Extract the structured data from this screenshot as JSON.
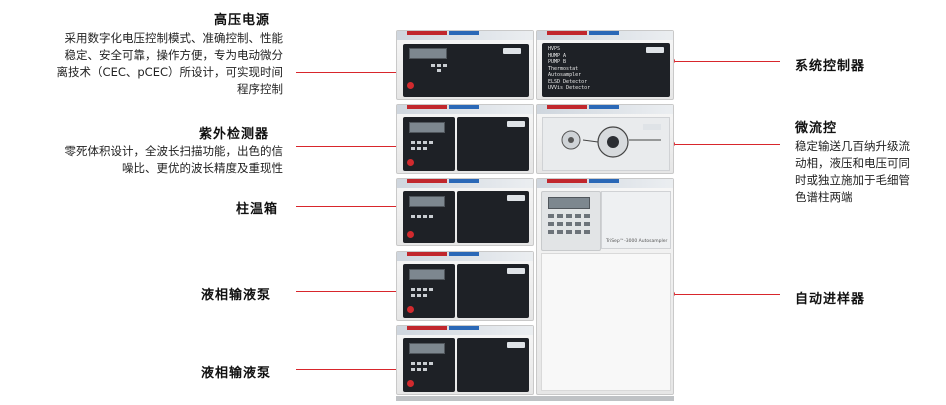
{
  "labels": {
    "hv": {
      "title": "高压电源",
      "desc": [
        "采用数字化电压控制模式、准确控制、性能",
        "稳定、安全可靠，操作方便，专为电动微分",
        "离技术（CEC、pCEC）所设计，可实现时间",
        "程序控制"
      ]
    },
    "uv": {
      "title": "紫外检测器",
      "desc": [
        "零死体积设计，全波长扫描功能，出色的信",
        "噪比、更优的波长精度及重现性"
      ]
    },
    "oven": {
      "title": "柱温箱"
    },
    "pump1": {
      "title": "液相输液泵"
    },
    "pump2": {
      "title": "液相输液泵"
    },
    "controller": {
      "title": "系统控制器"
    },
    "micro": {
      "title": "微流控",
      "desc": [
        "稳定输送几百纳升级流",
        "动相，液压和电压可同",
        "时或独立施加于毛细管",
        "色谱柱两端"
      ]
    },
    "autosampler": {
      "title": "自动进样器"
    }
  },
  "controller_screen": [
    "HVPS",
    "HUMP A",
    "PUMP B",
    "Thermostat",
    "Autosampler",
    "ELSD Detector",
    "UVVis Detector"
  ],
  "autosampler_label": "TriSep™-3000 Autosampler",
  "colors": {
    "accent": "#d8262c",
    "brand_red": "#c1272d",
    "brand_blue": "#2a68b7"
  }
}
